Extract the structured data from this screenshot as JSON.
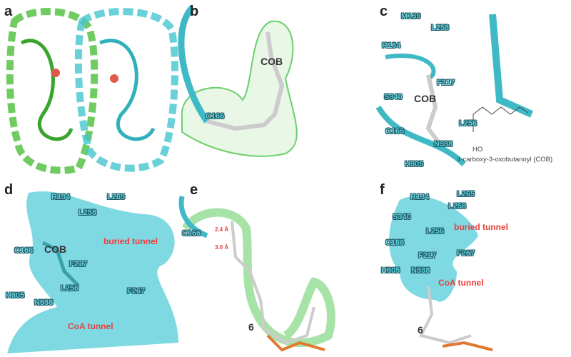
{
  "panels": {
    "a": {
      "letter": "a"
    },
    "b": {
      "letter": "b",
      "ligand": "COB",
      "residues": [
        "C166"
      ]
    },
    "c": {
      "letter": "c",
      "ligand": "COB",
      "residues": [
        "M139",
        "L258",
        "R134",
        "F217",
        "S340",
        "C166",
        "L256",
        "N338",
        "H305"
      ],
      "structure_caption": "4-carboxy-3-oxobutanoyl (COB)",
      "structure_ho": "HO"
    },
    "d": {
      "letter": "d",
      "ligand": "COB",
      "residues": [
        "R134",
        "L265",
        "L258",
        "C166",
        "F217",
        "L256",
        "H305",
        "N338",
        "F267"
      ],
      "tunnels": [
        "buried tunnel",
        "CoA tunnel"
      ]
    },
    "e": {
      "letter": "e",
      "residues": [
        "C166"
      ],
      "distances": [
        "2.4 Å",
        "3.0 Å"
      ],
      "compound": "6"
    },
    "f": {
      "letter": "f",
      "residues": [
        "R134",
        "L265",
        "L258",
        "S340",
        "L256",
        "C166",
        "F217",
        "F267",
        "H305",
        "N338"
      ],
      "tunnels": [
        "buried tunnel",
        "CoA tunnel"
      ],
      "compound": "6"
    }
  },
  "colors": {
    "protein_a": "#4cbf3a",
    "protein_b": "#45c6cf",
    "mesh": "#6ccf6c",
    "tunnel": "#5fd0dc",
    "label_red": "#e8413c"
  }
}
